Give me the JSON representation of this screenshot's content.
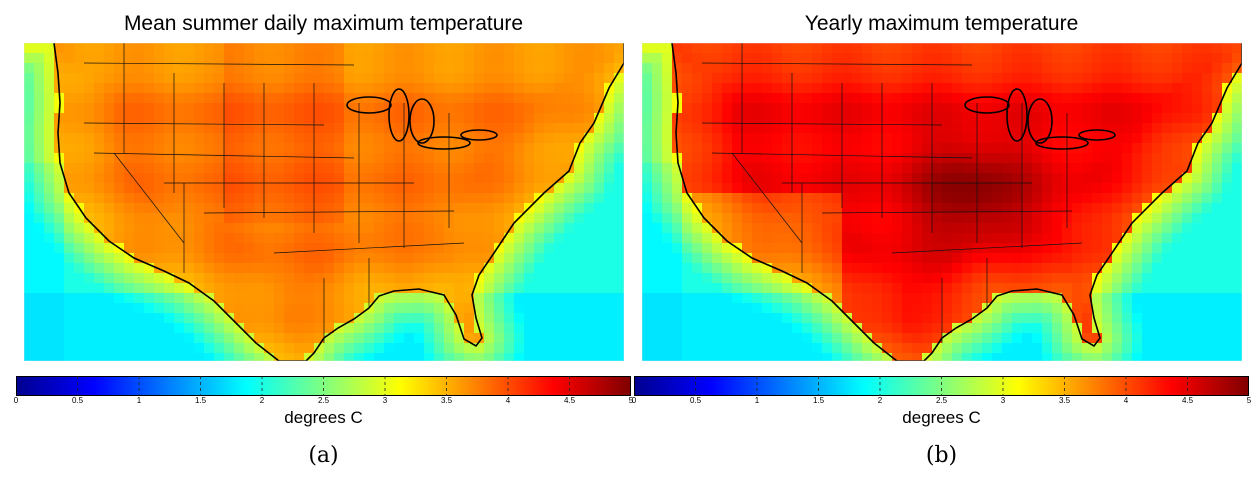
{
  "panels": [
    {
      "title": "Mean summer daily maximum temperature",
      "caption": "(a)",
      "colorbar_label": "degrees C",
      "intensity": "moderate"
    },
    {
      "title": "Yearly maximum temperature",
      "caption": "(b)",
      "colorbar_label": "degrees C",
      "intensity": "high"
    }
  ],
  "colorbar": {
    "min": 0,
    "max": 5,
    "ticks": [
      "0",
      "0.5",
      "1",
      "1.5",
      "2",
      "2.5",
      "3",
      "3.5",
      "4",
      "4.5",
      "5"
    ],
    "colormap": "jet",
    "colors": [
      "#00008f",
      "#0000ff",
      "#0080ff",
      "#00ffff",
      "#80ff80",
      "#ffff00",
      "#ff8000",
      "#ff0000",
      "#800000"
    ]
  }
}
